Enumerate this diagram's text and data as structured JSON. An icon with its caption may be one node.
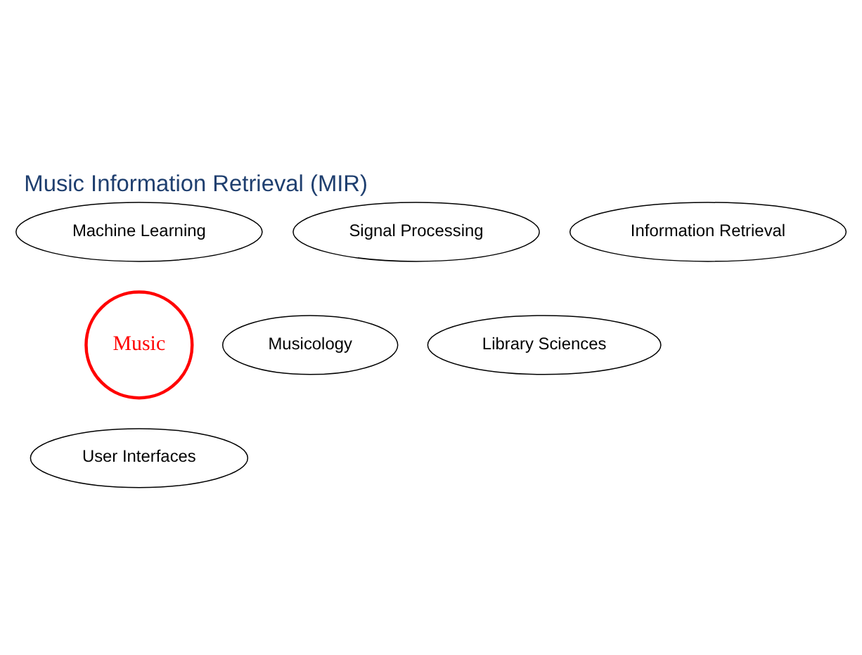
{
  "diagram": {
    "title": "Music Information Retrieval (MIR)",
    "nodes": [
      {
        "text": [
          "Machine Learning"
        ]
      },
      {
        "text": [
          "Signal Processing"
        ]
      },
      {
        "text": [
          "Information Retrieval"
        ]
      },
      {
        "text": [
          "Music"
        ]
      },
      {
        "text": [
          "Musicology"
        ]
      },
      {
        "text": [
          "Library Sciences"
        ]
      },
      {
        "text": [
          "User Interfaces"
        ]
      }
    ]
  }
}
